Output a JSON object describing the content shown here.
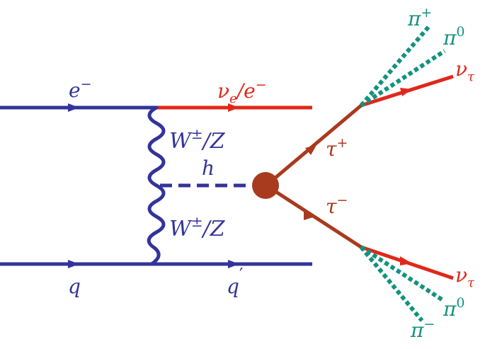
{
  "colors": {
    "quark_lepton": "#33339a",
    "outgoing_lepton": "#e0281a",
    "tau": "#a83a1e",
    "pion": "#13927e",
    "vertex": "#a83a1e"
  },
  "labels": {
    "electron_in": {
      "base": "e",
      "sup": "−"
    },
    "lepton_out": {
      "base": "ν",
      "sub": "e",
      "tail": "/e",
      "sup": "−"
    },
    "quark_in": {
      "base": "q"
    },
    "quark_out": {
      "base": "q",
      "sup": "′"
    },
    "boson_upper": {
      "base": "W",
      "sup": "±",
      "tail": "/Z"
    },
    "boson_lower": {
      "base": "W",
      "sup": "±",
      "tail": "/Z"
    },
    "higgs": {
      "base": "h"
    },
    "tau_plus": {
      "base": "τ",
      "sup": "+"
    },
    "tau_minus": {
      "base": "τ",
      "sup": "−"
    },
    "pion_plus": {
      "base": "π",
      "sup": "+"
    },
    "pion0_upper": {
      "base": "π",
      "sup": "0"
    },
    "nu_tau_upper": {
      "base": "ν",
      "sub": "τ"
    },
    "nu_tau_lower": {
      "base": "ν",
      "sub": "τ"
    },
    "pion0_lower": {
      "base": "π",
      "sup": "0"
    },
    "pion_minus": {
      "base": "π",
      "sup": "−"
    }
  }
}
